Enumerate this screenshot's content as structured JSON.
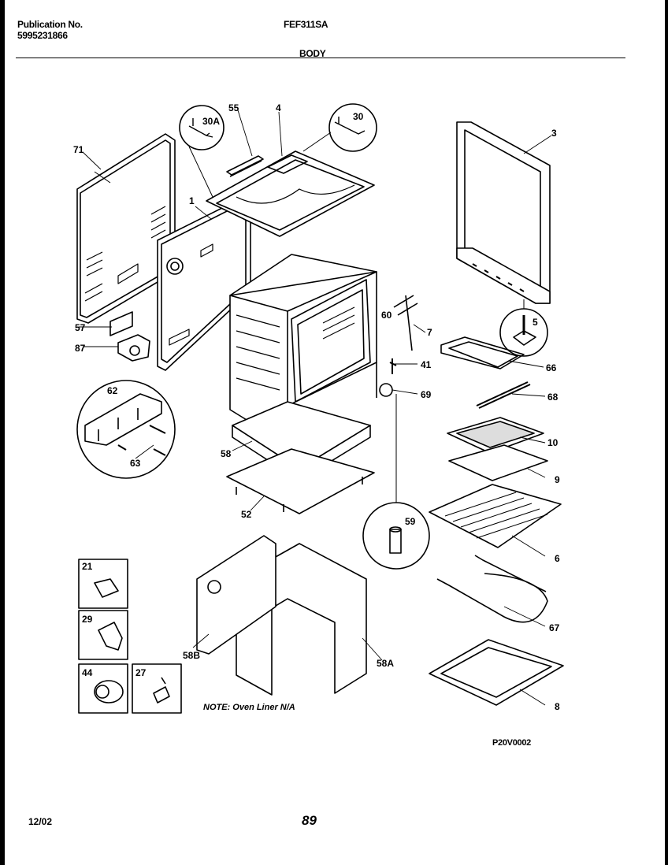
{
  "header": {
    "publication_label": "Publication No.",
    "publication_number": "5995231866",
    "model": "FEF311SA",
    "section": "BODY"
  },
  "note": "NOTE: Oven Liner N/A",
  "diagram_code": "P20V0002",
  "footer": {
    "date": "12/02",
    "page": "89"
  },
  "callouts": {
    "c71": "71",
    "c1": "1",
    "c30A": "30A",
    "c55": "55",
    "c4": "4",
    "c30": "30",
    "c3": "3",
    "c5": "5",
    "c57": "57",
    "c87": "87",
    "c60": "60",
    "c7": "7",
    "c41": "41",
    "c66": "66",
    "c69": "69",
    "c68": "68",
    "c62": "62",
    "c63": "63",
    "c58": "58",
    "c52": "52",
    "c10": "10",
    "c9": "9",
    "c59": "59",
    "c6": "6",
    "c21": "21",
    "c29": "29",
    "c44": "44",
    "c27": "27",
    "c58B": "58B",
    "c58A": "58A",
    "c67": "67",
    "c8": "8"
  }
}
